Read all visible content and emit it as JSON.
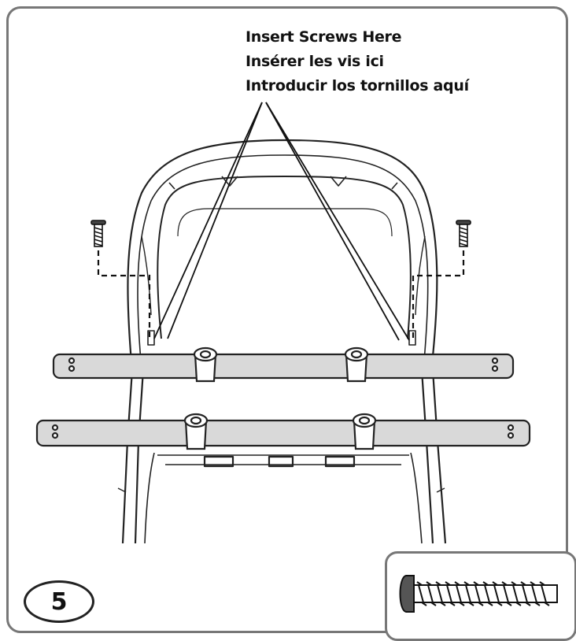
{
  "callouts": {
    "english": "Insert Screws Here",
    "french": "Insérer les vis ici",
    "spanish": "Introducir los tornillos aquí"
  },
  "step": {
    "number": "5"
  },
  "icons": {
    "screw": "screw-icon",
    "screw_closeup": "screw-closeup-icon"
  },
  "colors": {
    "frame_border": "#777777",
    "bar_fill": "#d9d9d9",
    "outline": "#222222"
  }
}
